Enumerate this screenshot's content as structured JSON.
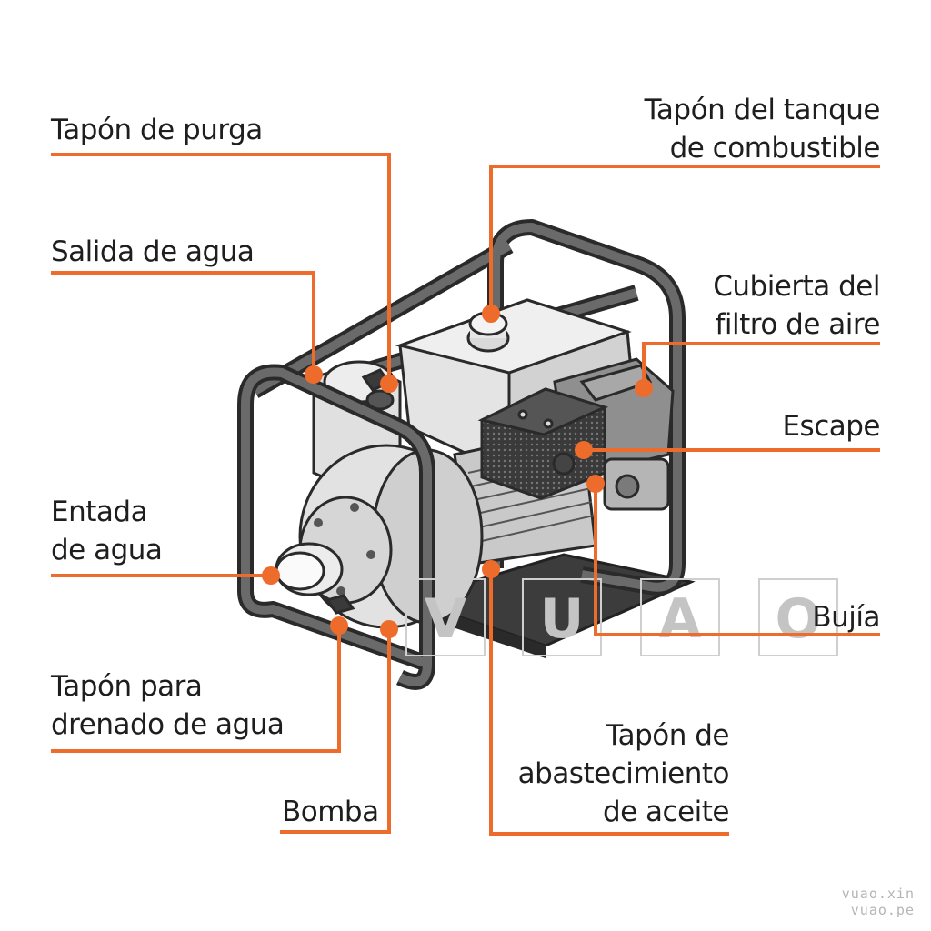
{
  "colors": {
    "accent": "#ee6c2b",
    "ink": "#2b2b2b",
    "frame": "#555555",
    "body": "#e7e7e7"
  },
  "labels": {
    "tapon_purga": "Tapón de purga",
    "salida_agua": "Salida de agua",
    "entrada_agua_1": "Entada",
    "entrada_agua_2": "de agua",
    "tapon_drenado_1": "Tapón para",
    "tapon_drenado_2": "drenado de agua",
    "bomba": "Bomba",
    "tapon_tanque_1": "Tapón del tanque",
    "tapon_tanque_2": "de combustible",
    "cubierta_filtro_1": "Cubierta del",
    "cubierta_filtro_2": "filtro de aire",
    "escape": "Escape",
    "bujia": "Bujía",
    "tapon_aceite_1": "Tapón de",
    "tapon_aceite_2": "abastecimiento",
    "tapon_aceite_3": "de aceite"
  },
  "watermark": {
    "letters": [
      "V",
      "U",
      "A",
      "O"
    ],
    "site_1": "vuao.xin",
    "site_2": "vuao.pe"
  }
}
